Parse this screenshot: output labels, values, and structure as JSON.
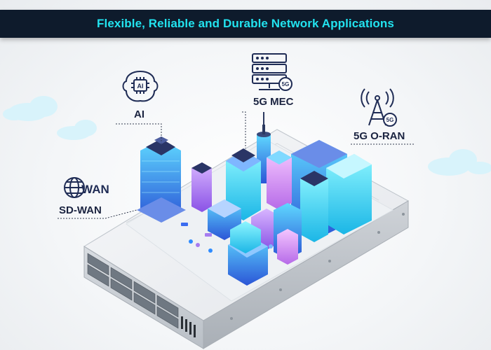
{
  "banner": {
    "title": "Flexible, Reliable and Durable Network Applications"
  },
  "applications": [
    {
      "id": "ai",
      "label": "AI",
      "icon": "ai-brain-chip-icon",
      "icon_text": "AI"
    },
    {
      "id": "mec",
      "label": "5G MEC",
      "icon": "server-rack-5g-icon",
      "icon_text": "5G"
    },
    {
      "id": "oran",
      "label": "5G O-RAN",
      "icon": "cell-tower-5g-icon",
      "icon_text": "5G"
    },
    {
      "id": "sdwan",
      "label": "SD-WAN",
      "icon": "globe-wan-icon",
      "icon_text": "WAN"
    }
  ],
  "colors": {
    "banner_bg": "#0e1b2c",
    "banner_text": "#22e3ef",
    "label_text": "#1a2340",
    "icon_stroke": "#1f2c55",
    "building_cyan": "#2fd6f0",
    "building_blue": "#3b6cf0",
    "building_purple": "#a77cf0"
  }
}
